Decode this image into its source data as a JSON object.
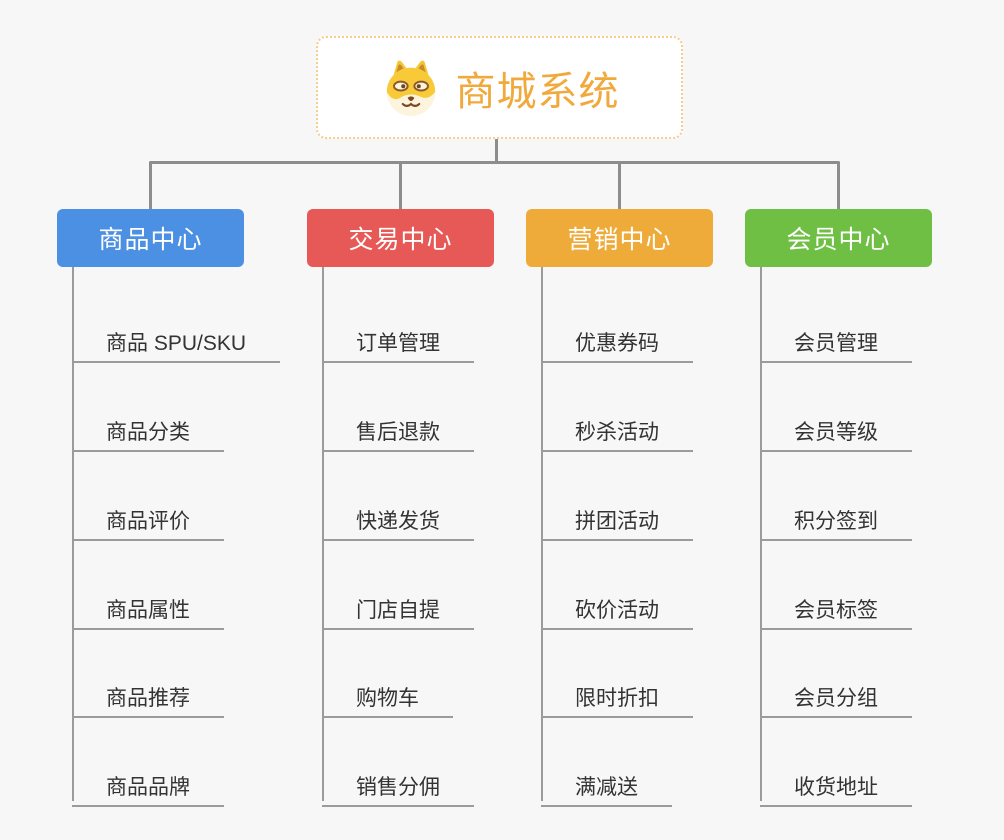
{
  "page": {
    "background": "#f7f7f7",
    "connector_color": "#8d8d8d",
    "leaf_line_color": "#9b9b9b"
  },
  "root": {
    "title": "商城系统",
    "title_color": "#f1a93c",
    "border_color": "#f6cd8c",
    "icon": "dog-face-icon"
  },
  "branches": [
    {
      "label": "商品中心",
      "color": "#4b90e2",
      "children": [
        "商品 SPU/SKU",
        "商品分类",
        "商品评价",
        "商品属性",
        "商品推荐",
        "商品品牌"
      ]
    },
    {
      "label": "交易中心",
      "color": "#e65956",
      "children": [
        "订单管理",
        "售后退款",
        "快递发货",
        "门店自提",
        "购物车",
        "销售分佣"
      ]
    },
    {
      "label": "营销中心",
      "color": "#eeab3a",
      "children": [
        "优惠券码",
        "秒杀活动",
        "拼团活动",
        "砍价活动",
        "限时折扣",
        "满减送"
      ]
    },
    {
      "label": "会员中心",
      "color": "#6fbf44",
      "children": [
        "会员管理",
        "会员等级",
        "积分签到",
        "会员标签",
        "会员分组",
        "收货地址"
      ]
    }
  ]
}
